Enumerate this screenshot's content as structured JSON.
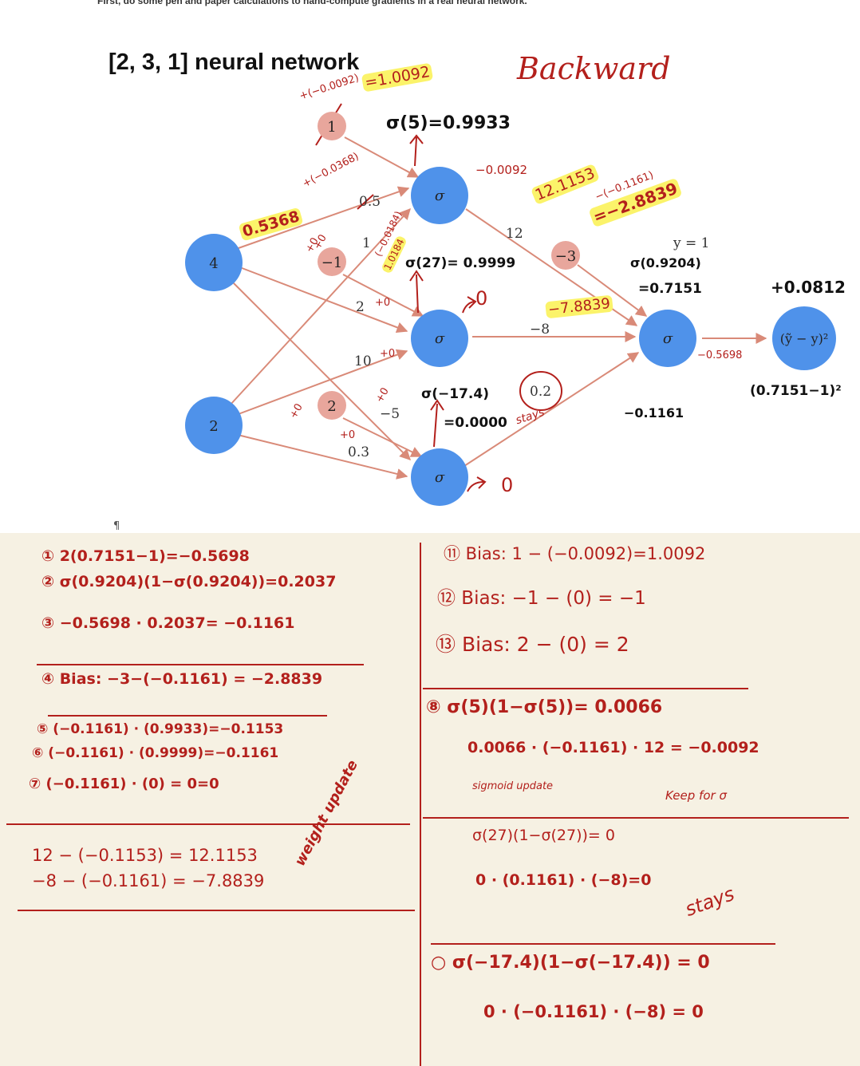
{
  "caption": "First, do some pen and paper calculations to hand-compute gradients in a real neural network.",
  "title": "[2, 3, 1] neural network",
  "heading": "Backward",
  "colors": {
    "node": "#4f92ea",
    "bias": "#e8a69c",
    "edge": "#d98a78",
    "ink": "#b3201c",
    "highlight": "#fbf36a",
    "paper": "#f6f1e3"
  },
  "diagram": {
    "inputs": [
      "4",
      "2"
    ],
    "hidden_symbol": "σ",
    "output_symbol": "σ",
    "loss": "(ỹ − y)²",
    "biases": {
      "b1": "1",
      "b2": "−1",
      "b3": "2",
      "b_out": "−3"
    },
    "weights": {
      "w1": "0.5",
      "w2": "1",
      "w3": "2",
      "w4": "10",
      "w5": "−5",
      "w6": "0.3",
      "v1": "12",
      "v2": "−8",
      "v3": "0.2"
    },
    "target": "y = 1",
    "annotations": {
      "b1_delta": "+(−0.0092)",
      "b1_new": "=1.0092",
      "sigma5": "σ(5)=0.9933",
      "h1_grad": "−0.0092",
      "w_delta": "+(−0.0368)",
      "w_new": "0.5368",
      "w2_plus": "+0",
      "w2_delta": "(−0.0184)",
      "w2_new": "1.0184",
      "sigma27": "σ(27)= 0.9999",
      "w3_plus": "+0",
      "w4_plus": "+0",
      "h2_grad": "0",
      "v1_new": "12.1153",
      "bout_delta": "−(−0.1161)",
      "bout_new": "=−2.8839",
      "v2_new": "−7.8839",
      "sigma_out": "σ(0.9204)",
      "out_value": "=0.7151",
      "loss_value": "+0.0812",
      "loss_grad": "−0.5698",
      "sigma17": "σ(−17.4)",
      "sigma17_value": "=0.0000",
      "w5_plus": "+0",
      "w6_plus": "+0",
      "v3_note": "stays",
      "out_grad": "−0.1161",
      "loss_expr": "(0.7151−1)²",
      "h3_grad": "0",
      "left_plus_a": "+0",
      "left_plus_b": "+0"
    }
  },
  "notes": {
    "pilcrow": "¶",
    "n1": "① 2(0.7151−1)=−0.5698",
    "n2": "② σ(0.9204)(1−σ(0.9204))=0.2037",
    "n3": "③ −0.5698 · 0.2037= −0.1161",
    "n4": "④ Bias: −3−(−0.1161) = −2.8839",
    "n5": "⑤ (−0.1161)  ·  (0.9933)=−0.1153",
    "n6": "⑥ (−0.1161)  ·  (0.9999)=−0.1161",
    "n7": "⑦ (−0.1161)  ·  (0) = 0=0",
    "w1": "12 − (−0.1153)  = 12.1153",
    "w2": "−8 − (−0.1161) = −7.8839",
    "weight_update": "weight update",
    "n11": "⑪ Bias: 1  −  (−0.0092)=1.0092",
    "n12": "⑫ Bias: −1 − (0) = −1",
    "n13": "⑬ Bias: 2 − (0) = 2",
    "n8": "⑧ σ(5)(1−σ(5))= 0.0066",
    "n8b": "0.0066 · (−0.1161) · 12 = −0.0092",
    "n8c": "sigmoid update",
    "n8d": "Keep for σ",
    "n9": "σ(27)(1−σ(27))= 0",
    "n9b": "0 · (0.1161) · (−8)=0",
    "stays": "stays",
    "n10": "○ σ(−17.4)(1−σ(−17.4)) = 0",
    "n10b": "0 · (−0.1161) · (−8) = 0"
  }
}
